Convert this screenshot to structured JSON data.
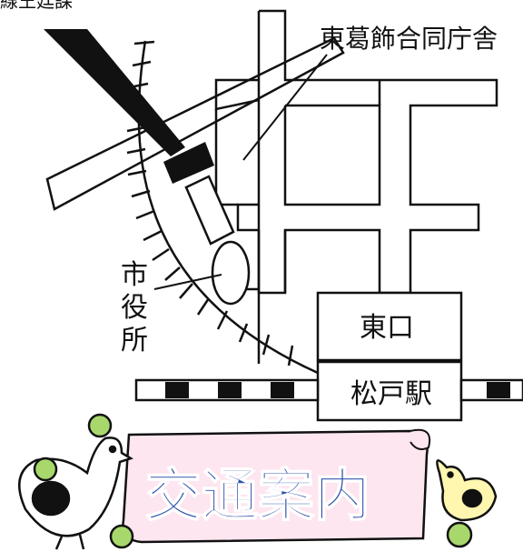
{
  "map": {
    "top_cut_label": "線王廷課",
    "labels": {
      "government_office": "東葛飾合同庁舎",
      "city_hall": "市役所",
      "east_exit": "東口",
      "station": "松戸駅"
    },
    "banner_title": "交通案内",
    "colors": {
      "line": "#111111",
      "banner_fill": "#fde6f0",
      "banner_text": "#2b4fa8",
      "pear_fill": "#a8d86c",
      "chick_fill": "#fff6b0"
    }
  }
}
